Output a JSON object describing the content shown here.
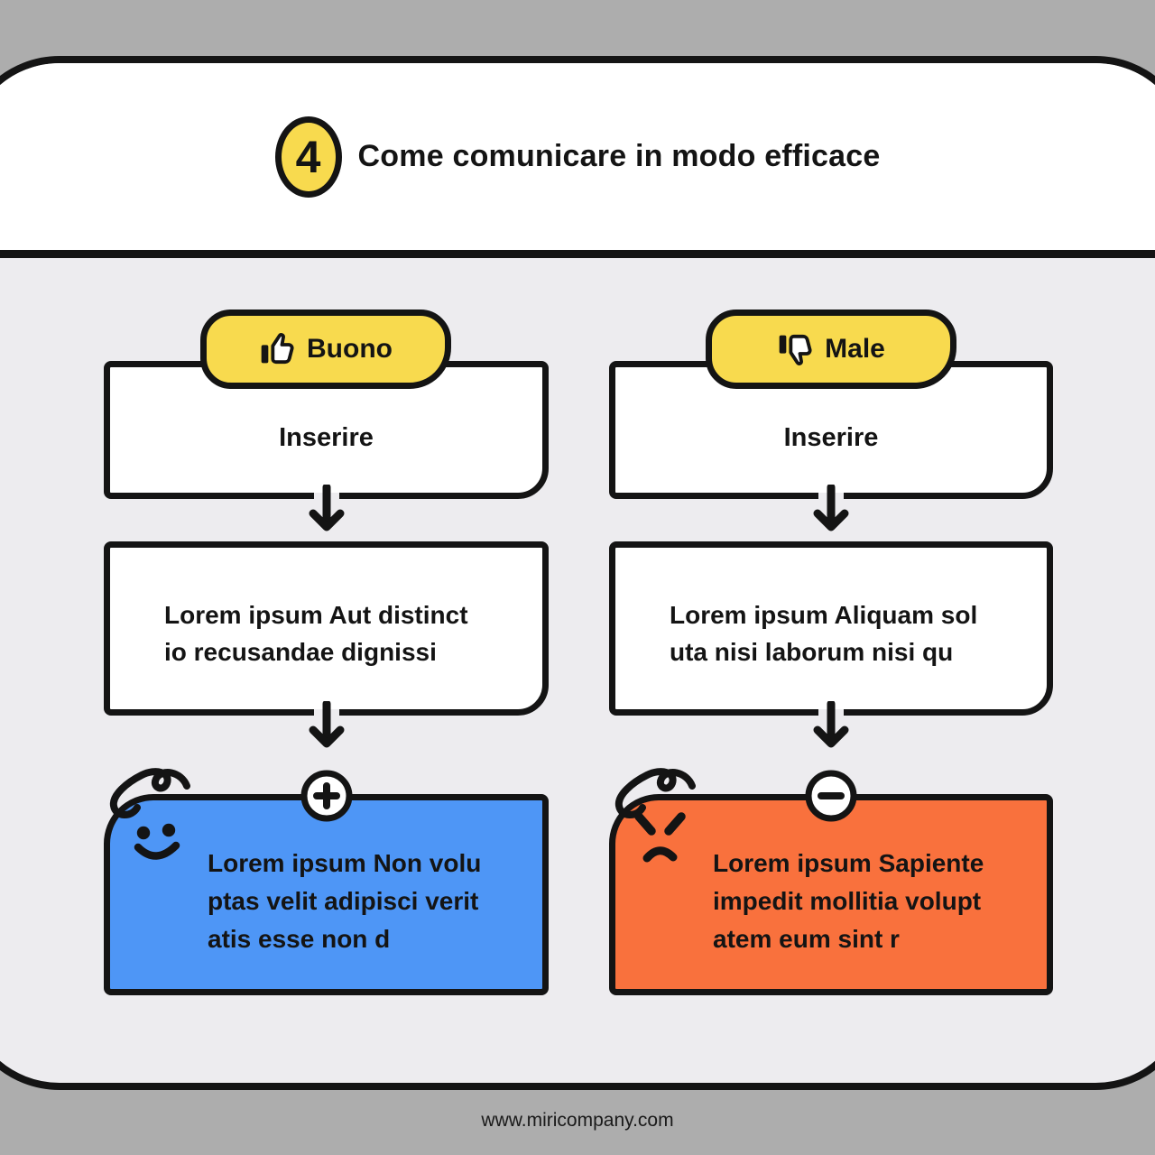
{
  "header": {
    "number": "4",
    "title": "Come comunicare in modo efficace"
  },
  "footer": {
    "url": "www.miricompany.com"
  },
  "theme": {
    "background": "#adadad",
    "panel": "#edecef",
    "badge": "#f8da4e",
    "ink": "#141414",
    "good_color": "#4e96f6",
    "bad_color": "#f9713d"
  },
  "columns": [
    {
      "badge_label": "Buono",
      "badge_icon": "thumbs-up",
      "step1": "Inserire",
      "step2_lines": [
        "Lorem ipsum Aut distinct",
        "io recusandae dignissi"
      ],
      "result_sign": "plus",
      "result_mood": "happy",
      "result_color": "#4e96f6",
      "result_lines": [
        "Lorem ipsum Non volu",
        "ptas velit adipisci verit",
        "atis esse non d"
      ]
    },
    {
      "badge_label": "Male",
      "badge_icon": "thumbs-down",
      "step1": "Inserire",
      "step2_lines": [
        "Lorem ipsum Aliquam sol",
        "uta nisi laborum nisi qu"
      ],
      "result_sign": "minus",
      "result_mood": "angry",
      "result_color": "#f9713d",
      "result_lines": [
        "Lorem ipsum Sapiente",
        "impedit mollitia volupt",
        "atem eum sint r"
      ]
    }
  ]
}
